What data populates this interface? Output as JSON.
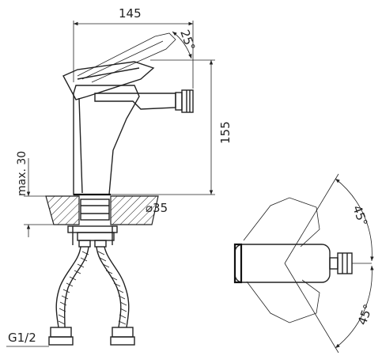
{
  "dimensions": {
    "width_top": "145",
    "angle_handle": "25°",
    "height_right": "155",
    "max_height": "max. 30",
    "diameter": "⌀35",
    "thread": "G1/2",
    "angle_top": "45°",
    "angle_bottom": "45°"
  },
  "colors": {
    "line": "#222222",
    "background": "#ffffff"
  }
}
